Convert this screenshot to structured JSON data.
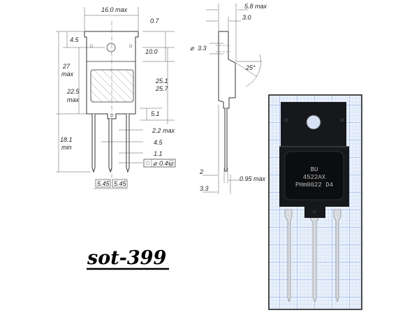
{
  "front_view": {
    "dims": {
      "width": "16.0 max",
      "tab_offset": "0.7",
      "hole_to_top": "4.5",
      "tab_height": "10.0",
      "total_height": "27",
      "total_height_note": "max",
      "body_height_a": "25.1",
      "body_height_b": "25.7",
      "body_height2": "22.5",
      "body_height2_note": "max",
      "lead_shoulder": "5.1",
      "lead_length": "18.1",
      "lead_length_note": "min",
      "lead_width_max": "2.2 max",
      "lead_spacing": "4.5",
      "lead_width": "1.1",
      "tolerance_value": "0.4",
      "tolerance_modifier": "M",
      "diameter_symbol": "⌀",
      "pitch_left": "5.45",
      "pitch_right": "5.45"
    }
  },
  "side_view": {
    "dims": {
      "thickness": "5.8 max",
      "tab_thickness": "3.0",
      "hole_symbol": "⌀",
      "hole_dia": "3.3",
      "angle": "25°",
      "lead_offset": "2",
      "lead_thickness": "0.95 max",
      "lead_position": "3.3"
    }
  },
  "photo": {
    "marking_line1": "BU",
    "marking_line2": "4522AX",
    "marking_line3": "PHm0022  D4",
    "grid_color": "#9fbde8",
    "background_color": "#e9f0fb"
  },
  "package_title": "sot-399"
}
